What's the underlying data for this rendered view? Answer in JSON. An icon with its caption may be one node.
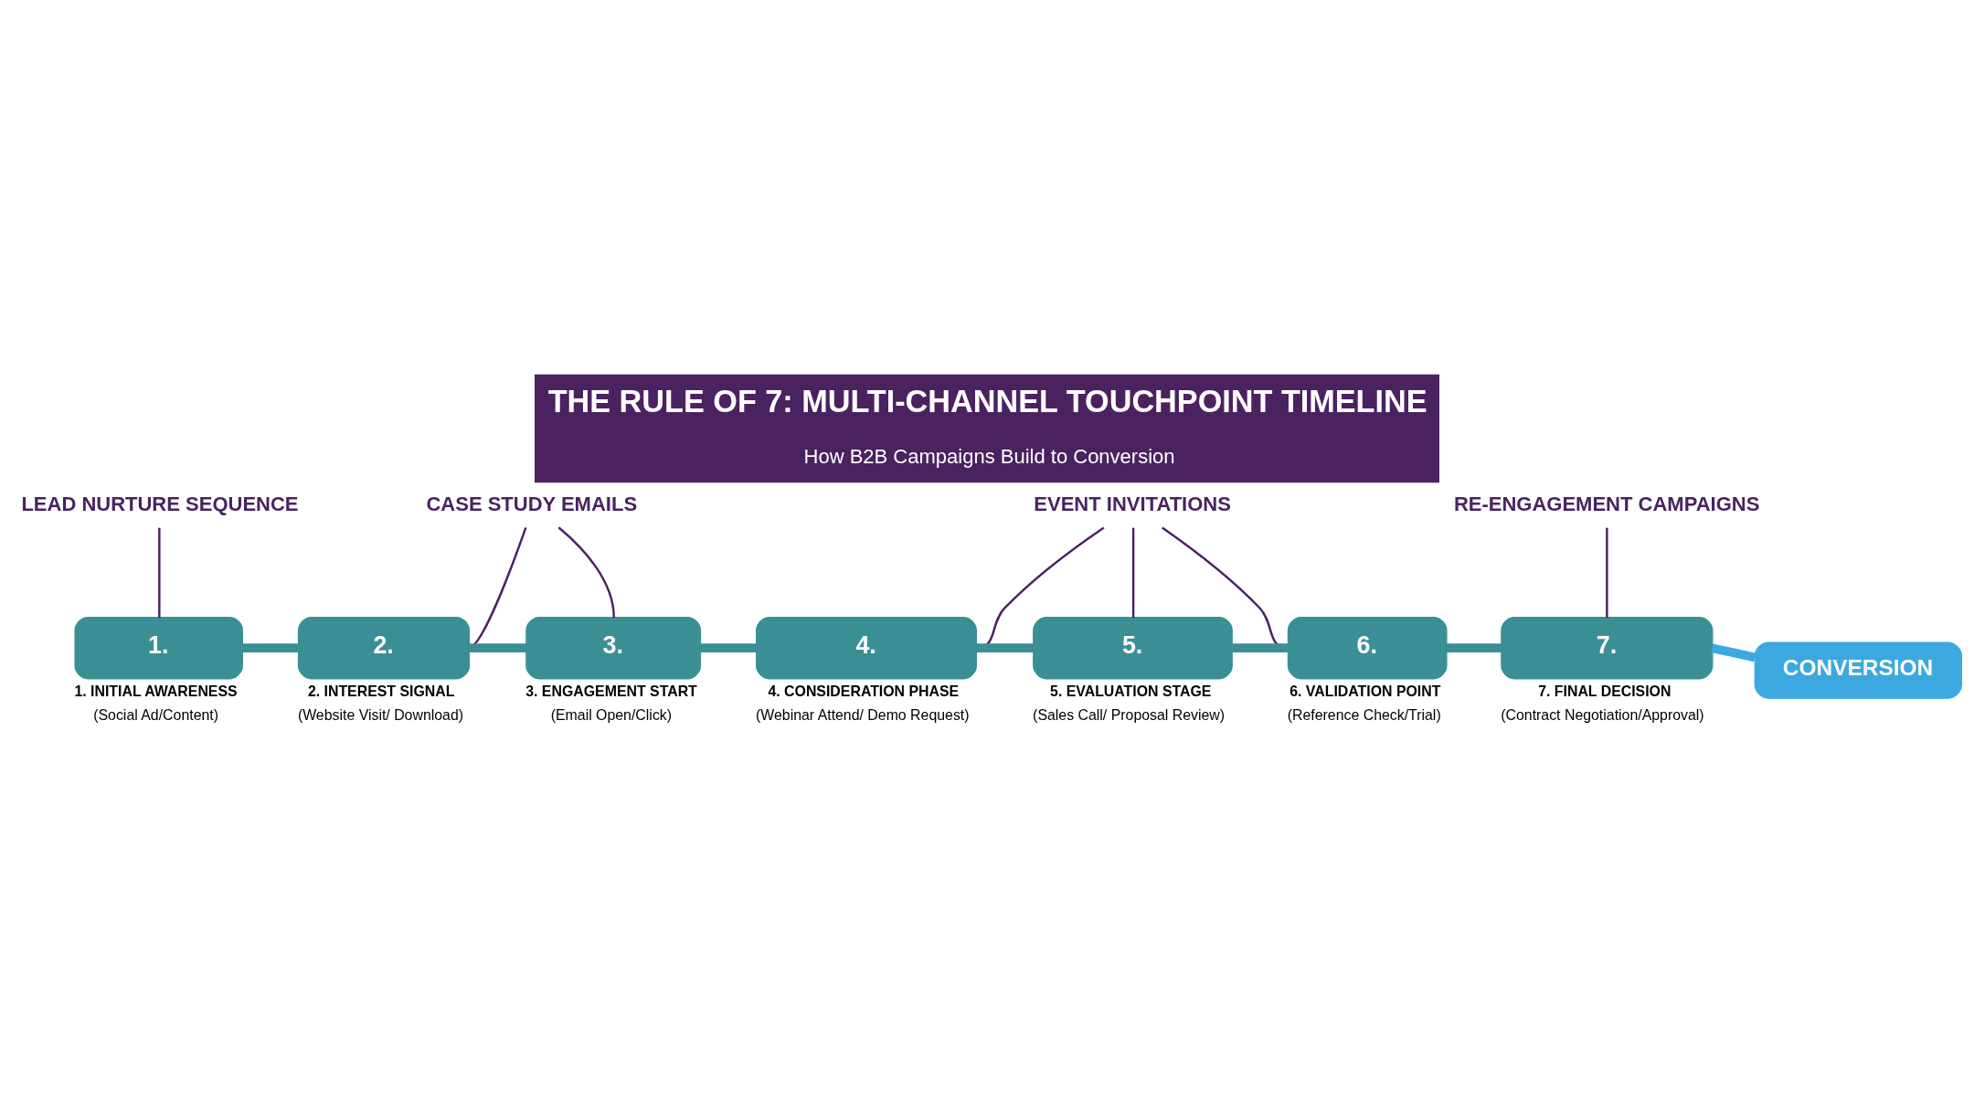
{
  "diagram": {
    "title": "THE RULE OF 7: MULTI-CHANNEL TOUCHPOINT TIMELINE",
    "caption": "How B2B Campaigns Build to Conversion",
    "nodes": [
      {
        "text": [
          "LEAD NURTURE SEQUENCE"
        ]
      },
      {
        "text": [
          "CASE STUDY EMAILS"
        ]
      },
      {
        "text": [
          "EVENT INVITATIONS"
        ]
      },
      {
        "text": [
          "RE-ENGAGEMENT CAMPAIGNS"
        ]
      },
      {
        "text": [
          "1."
        ],
        "beside": [
          "1. INITIAL AWARENESS",
          "(Social Ad/Content)"
        ]
      },
      {
        "text": [
          "2."
        ],
        "beside": [
          "2. INTEREST SIGNAL",
          "(Website Visit/ Download)"
        ]
      },
      {
        "text": [
          "3."
        ],
        "beside": [
          "3. ENGAGEMENT START",
          "(Email Open/Click)"
        ]
      },
      {
        "text": [
          "4."
        ],
        "beside": [
          "4. CONSIDERATION PHASE",
          "(Webinar Attend/ Demo Request)"
        ]
      },
      {
        "text": [
          "5."
        ],
        "beside": [
          "5. EVALUATION STAGE",
          "(Sales Call/ Proposal Review)"
        ]
      },
      {
        "text": [
          "6."
        ],
        "beside": [
          "6. VALIDATION POINT",
          "(Reference Check/Trial)"
        ]
      },
      {
        "text": [
          "7."
        ],
        "beside": [
          "7. FINAL DECISION",
          "(Contract Negotiation/Approval)"
        ]
      },
      {
        "text": [
          "CONVERSION"
        ]
      }
    ],
    "edges": [
      {
        "from": 0,
        "to": 4,
        "arrow": "none"
      },
      {
        "from": 1,
        "to": 5,
        "arrow": "none"
      },
      {
        "from": 1,
        "to": 6,
        "arrow": "none"
      },
      {
        "from": 2,
        "to": 7,
        "arrow": "none"
      },
      {
        "from": 2,
        "to": 8,
        "arrow": "none"
      },
      {
        "from": 2,
        "to": 9,
        "arrow": "none"
      },
      {
        "from": 3,
        "to": 10,
        "arrow": "none"
      },
      {
        "from": 4,
        "to": 5,
        "arrow": "none",
        "style": "thick",
        "color": "#3a8f94"
      },
      {
        "from": 5,
        "to": 6,
        "arrow": "none",
        "style": "thick",
        "color": "#3a8f94"
      },
      {
        "from": 6,
        "to": 7,
        "arrow": "none",
        "style": "thick",
        "color": "#3a8f94"
      },
      {
        "from": 7,
        "to": 8,
        "arrow": "none",
        "style": "thick",
        "color": "#3a8f94"
      },
      {
        "from": 8,
        "to": 9,
        "arrow": "none",
        "style": "thick",
        "color": "#3a8f94"
      },
      {
        "from": 9,
        "to": 10,
        "arrow": "none",
        "style": "thick",
        "color": "#3a8f94"
      },
      {
        "from": 10,
        "to": 11,
        "arrow": "none",
        "style": "thick",
        "color": "#3ba8e0"
      }
    ]
  }
}
